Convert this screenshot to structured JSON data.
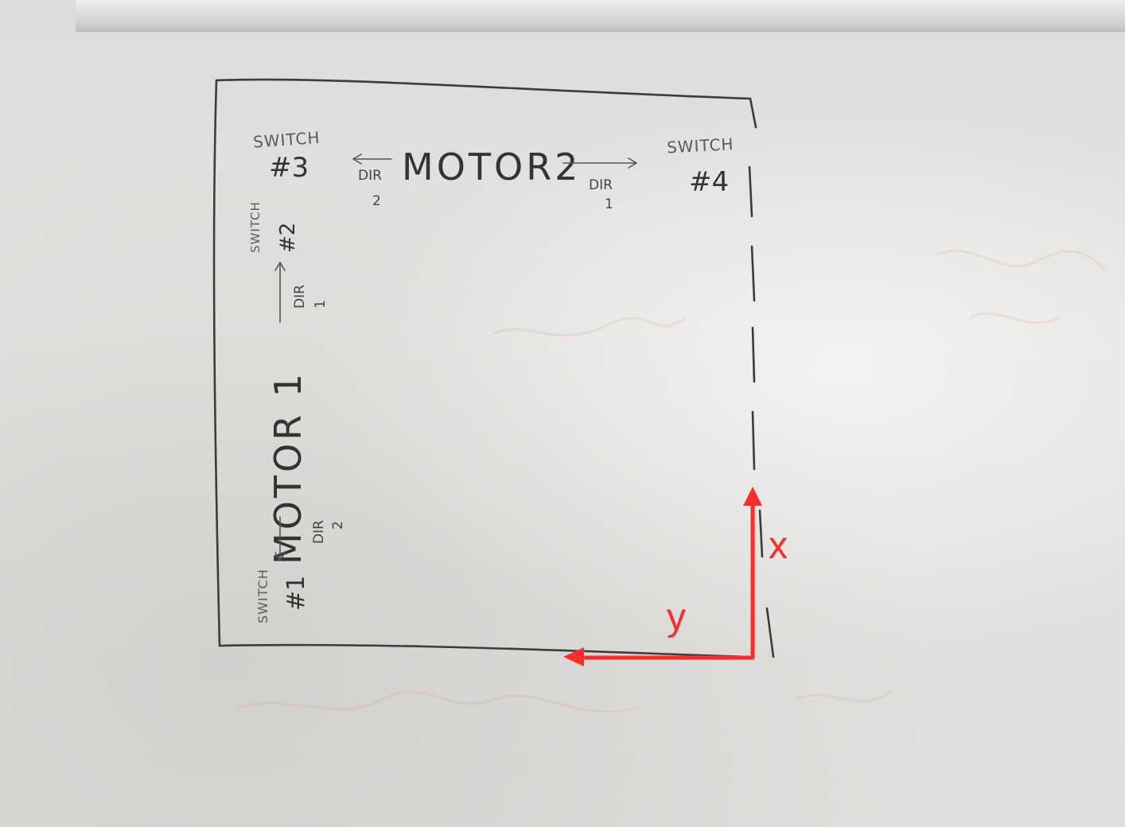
{
  "whiteboard": {
    "motor_top": {
      "label": "MOTOR2",
      "dir_left": "DIR",
      "dir_left_num": "2",
      "dir_right": "DIR",
      "dir_right_num": "1"
    },
    "motor_left": {
      "label": "MOTOR 1",
      "dir_bottom": "DIR",
      "dir_bottom_num": "2",
      "dir_top": "DIR",
      "dir_top_num": "1"
    },
    "switches": [
      {
        "word": "SWITCH",
        "number": "#1"
      },
      {
        "word": "SWITCH",
        "number": "#2"
      },
      {
        "word": "SWITCH",
        "number": "#3"
      },
      {
        "word": "SWITCH",
        "number": "#4"
      }
    ]
  },
  "annotation": {
    "color": "#ff2a2a",
    "x_label": "x",
    "y_label": "y"
  }
}
